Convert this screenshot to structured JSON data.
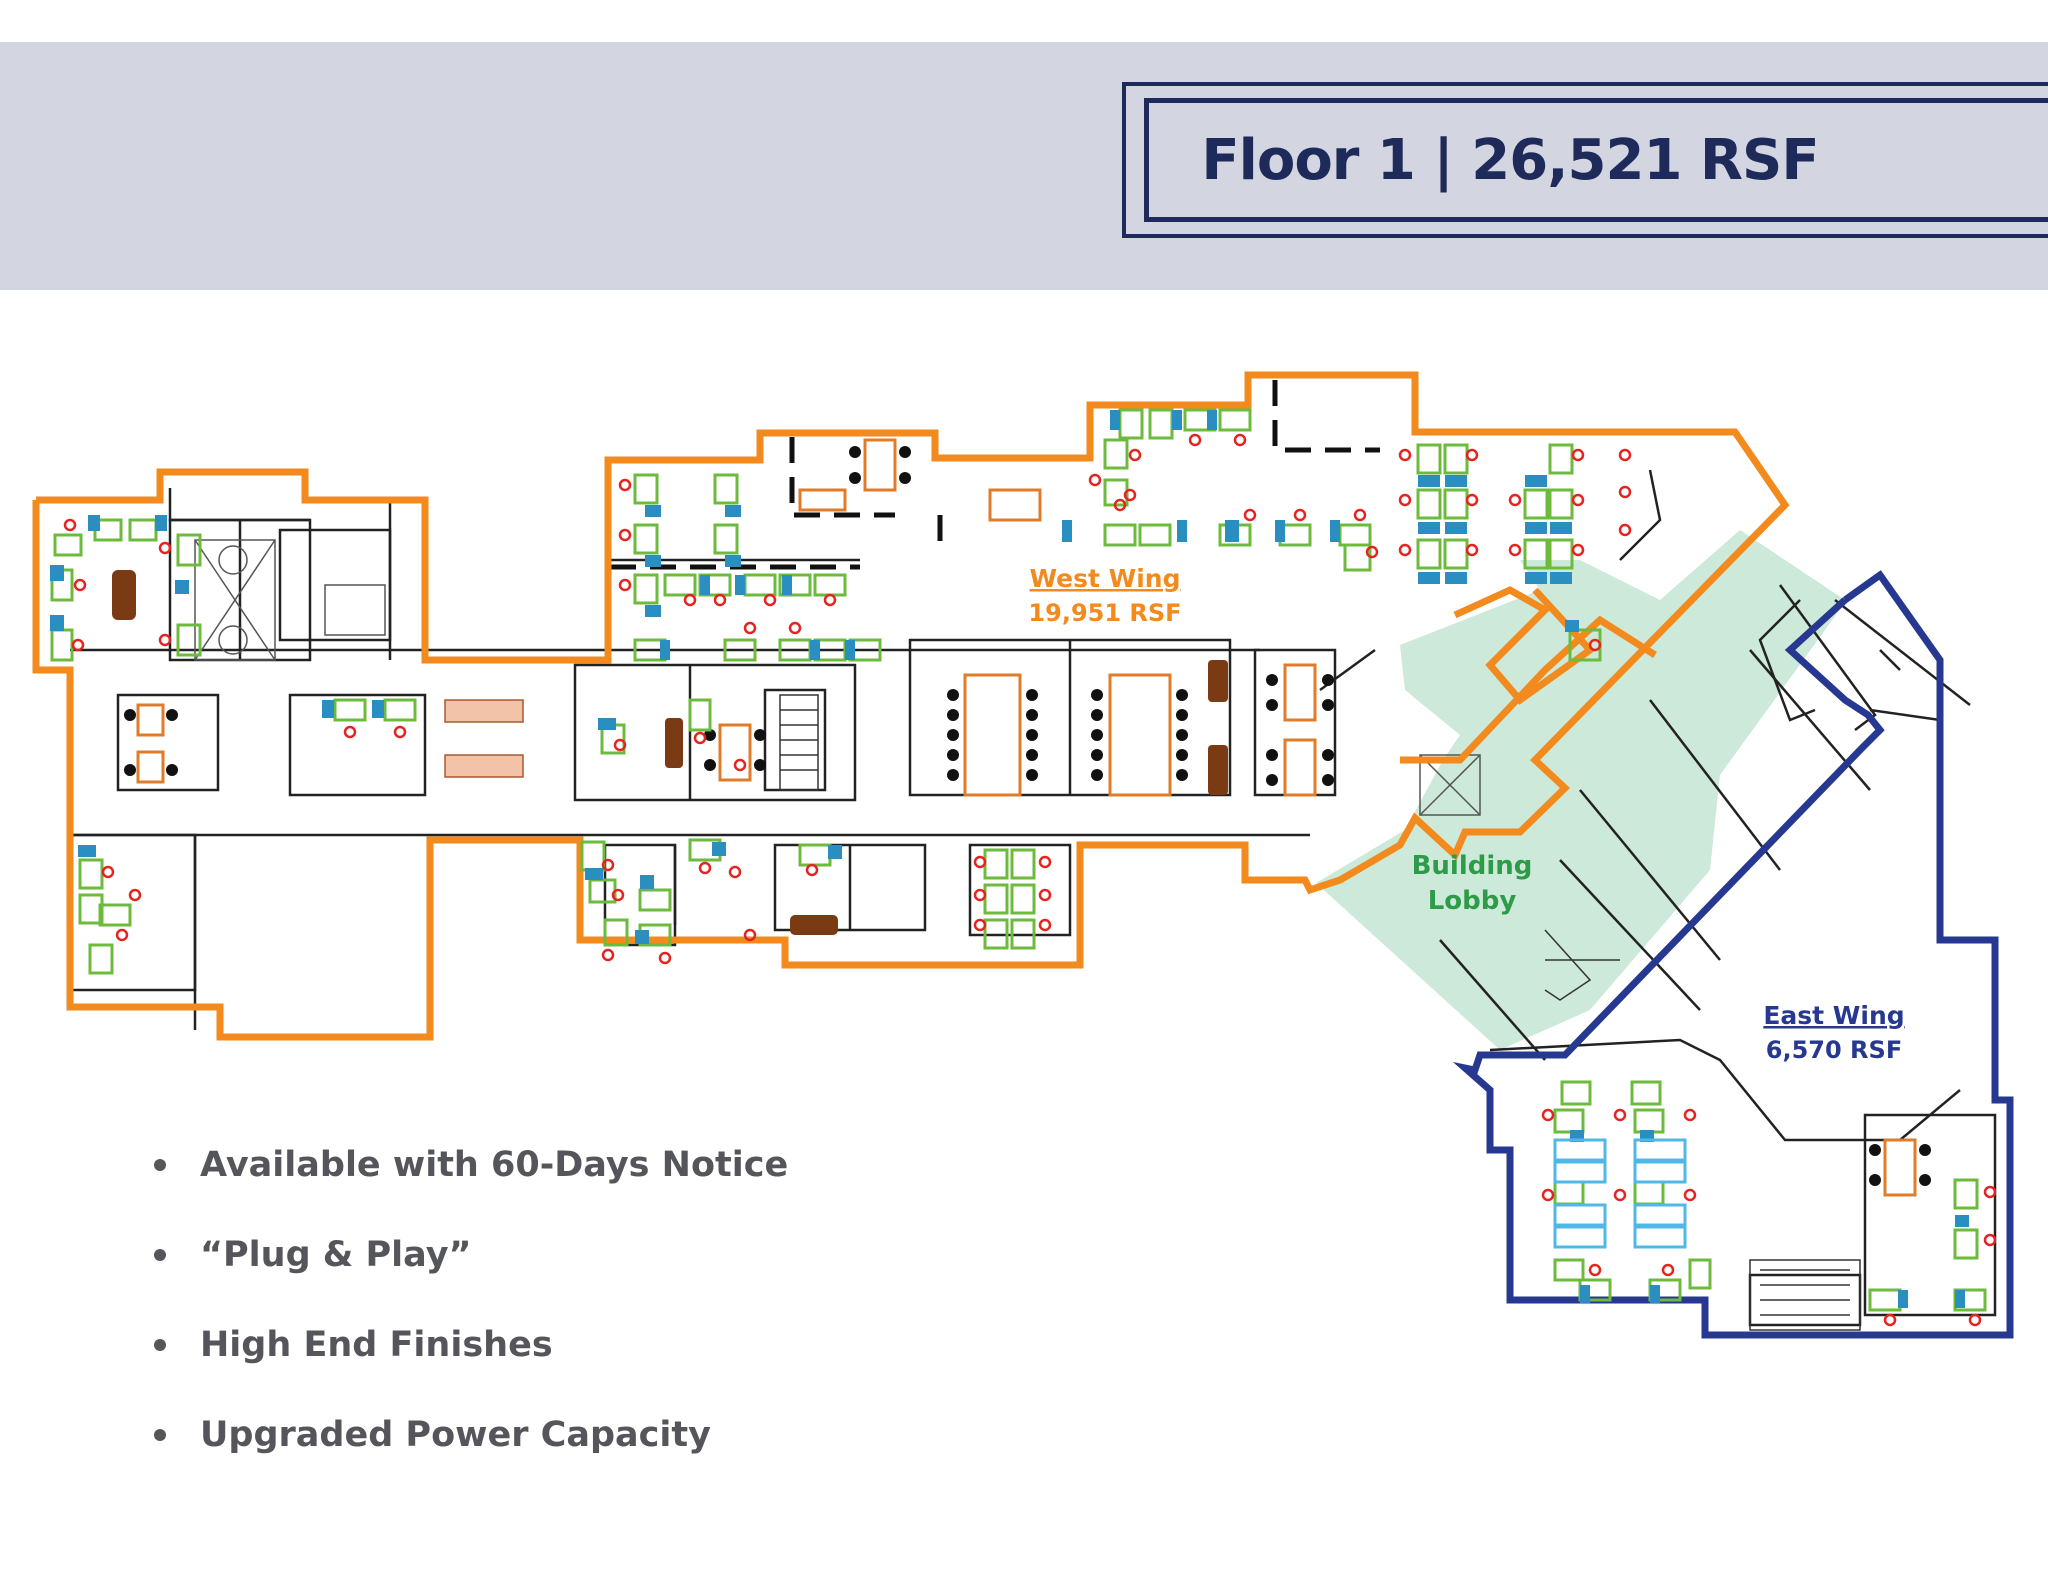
{
  "header": {
    "title": "Floor 1 | 26,521 RSF"
  },
  "wings": {
    "west": {
      "name": "West Wing",
      "area": "19,951 RSF",
      "color": "#f28a1e"
    },
    "lobby": {
      "line1": "Building",
      "line2": "Lobby",
      "color": "#2e9b48",
      "fill": "#cde9d9"
    },
    "east": {
      "name": "East Wing",
      "area": "6,570 RSF",
      "color": "#26388f"
    }
  },
  "features": [
    "Available with 60-Days Notice",
    "“Plug & Play”",
    "High End Finishes",
    "Upgraded Power Capacity"
  ],
  "colors": {
    "header_band": "#d3d6e0",
    "title_text": "#1e2a5a",
    "bullet_text": "#55565b",
    "desk_outline": "#6cbb3c",
    "chair": "#2a8fc0",
    "chair_dot": "#e52421",
    "table_outline": "#e07b2a",
    "sofa": "#7a3a14",
    "wall": "#222222"
  }
}
